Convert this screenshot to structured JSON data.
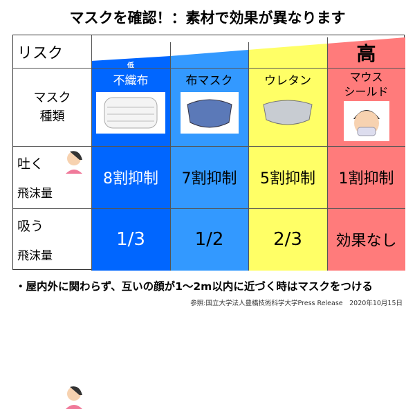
{
  "title": "マスクを確認！：素材で効果が異なります",
  "header": {
    "risk_label": "リスク",
    "low": "低",
    "high": "高"
  },
  "row_labels": {
    "mask_type": "マスク\n種類",
    "exhale": "吐く",
    "inhale": "吸う",
    "droplet": "飛沫量"
  },
  "columns": [
    {
      "name": "不織布",
      "exhale": "8割抑制",
      "inhale": "1/3",
      "color": "#0066ff"
    },
    {
      "name": "布マスク",
      "exhale": "7割抑制",
      "inhale": "1/2",
      "color": "#3399ff"
    },
    {
      "name": "ウレタン",
      "exhale": "5割抑制",
      "inhale": "2/3",
      "color": "#ffff66"
    },
    {
      "name": "マウス\nシールド",
      "exhale": "1割抑制",
      "inhale": "効果なし",
      "color": "#ff7b7b"
    }
  ],
  "footer": {
    "note": "・屋内外に関わらず、互いの顔が1～2m以内に近づく時はマスクをつける",
    "source": "参照:国立大学法人豊橋技術科学大学Press Release　2020年10月15日"
  }
}
